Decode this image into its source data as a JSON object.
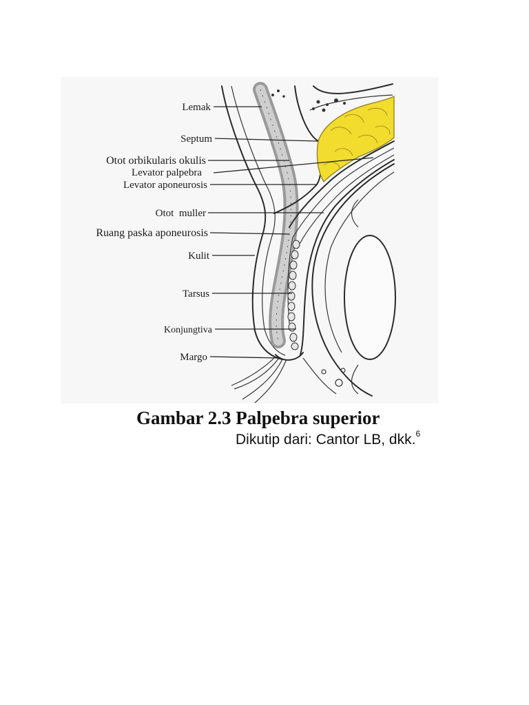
{
  "diagram": {
    "labels": [
      {
        "id": "lemak",
        "text": "Lemak"
      },
      {
        "id": "septum",
        "text": "Septum"
      },
      {
        "id": "otot-orbikularis",
        "text": "Otot orbikularis okulis"
      },
      {
        "id": "levator-palpebra",
        "text": "Levator palpebra"
      },
      {
        "id": "levator-aponeurosis",
        "text": "Levator aponeurosis"
      },
      {
        "id": "otot-muller",
        "text": "Otot  muller"
      },
      {
        "id": "ruang-paska",
        "text": "Ruang paska aponeurosis"
      },
      {
        "id": "kulit",
        "text": "Kulit"
      },
      {
        "id": "tarsus",
        "text": "Tarsus"
      },
      {
        "id": "konjungtiva",
        "text": "Konjungtiva"
      },
      {
        "id": "margo",
        "text": "Margo"
      }
    ],
    "colors": {
      "fat": "#f2dc2e",
      "fat_outline": "#9a8a2a",
      "muscle": "#b8b8b8",
      "ink": "#2a2a2a"
    }
  },
  "caption": {
    "title": "Gambar 2.3 Palpebra superior",
    "source": "Dikutip dari: Cantor LB, dkk.",
    "source_superscript": "6"
  }
}
